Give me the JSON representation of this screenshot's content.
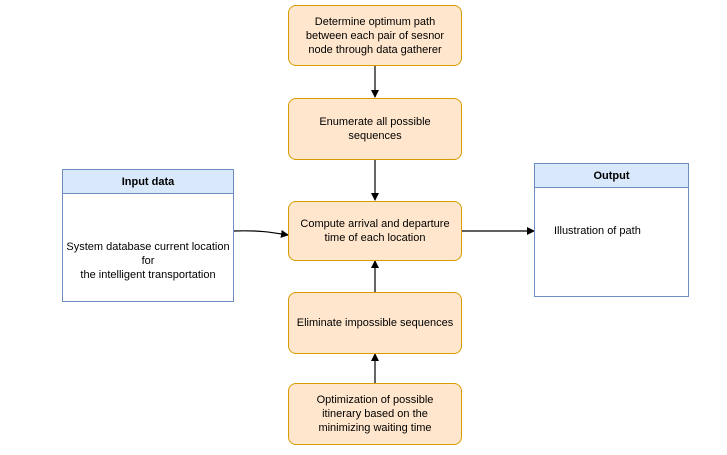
{
  "steps": {
    "determine_path": "Determine optimum path between each pair of sesnor node through data gatherer",
    "enumerate": "Enumerate all possible sequences",
    "compute": "Compute arrival and departure time of each location",
    "eliminate": "Eliminate impossible sequences",
    "optimize": "Optimization of possible itinerary based on the minimizing waiting time"
  },
  "input": {
    "title": "Input data",
    "body": "System database current location\nfor\nthe intelligent transportation"
  },
  "output": {
    "title": "Output",
    "body": "Illustration of path"
  },
  "colors": {
    "process_fill": "#ffe6cc",
    "process_stroke": "#d79b00",
    "container_header_fill": "#dae8fc",
    "container_stroke": "#6c8ebf"
  }
}
